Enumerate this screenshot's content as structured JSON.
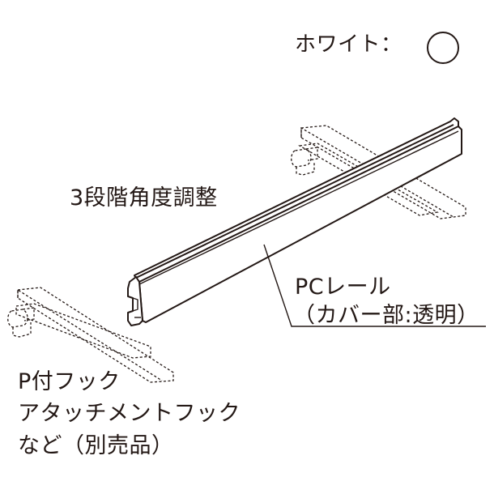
{
  "color": {
    "label": "ホワイト：",
    "swatch_hex": "#ffffff",
    "stroke_hex": "#231815"
  },
  "angle": {
    "label": "3段階角度調整"
  },
  "rail": {
    "name": "PCレール",
    "detail": "（カバー部:透明）",
    "body_hex": "#ffffff",
    "outline_hex": "#231815"
  },
  "hook": {
    "line1": "P付フック",
    "line2": "アタッチメントフック",
    "line3": "など（別売品）",
    "style": "dashed"
  }
}
